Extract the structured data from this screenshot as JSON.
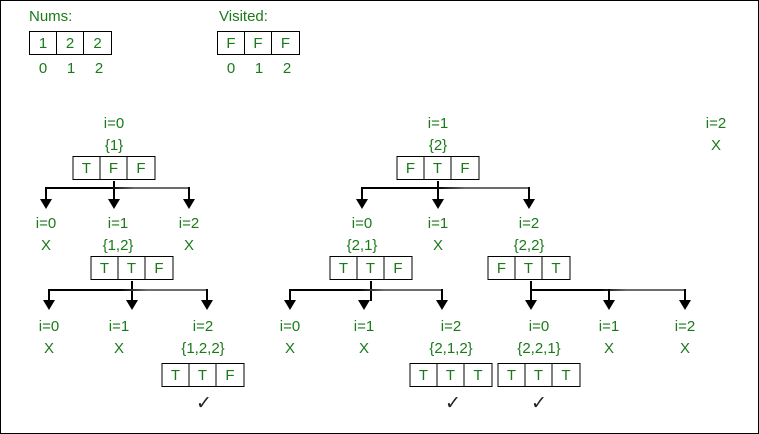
{
  "diagram": {
    "title_nums": "Nums:",
    "title_visited": "Visited:",
    "nums_array": {
      "values": [
        "1",
        "2",
        "2"
      ],
      "indices": [
        "0",
        "1",
        "2"
      ]
    },
    "visited_array": {
      "values": [
        "F",
        "F",
        "F"
      ],
      "indices": [
        "0",
        "1",
        "2"
      ]
    },
    "nodes": {
      "root0": {
        "i": "i=0",
        "set": "{1}",
        "flags": [
          "T",
          "F",
          "F"
        ]
      },
      "root1": {
        "i": "i=1",
        "set": "{2}",
        "flags": [
          "F",
          "T",
          "F"
        ]
      },
      "root2": {
        "i": "i=2",
        "set": "X"
      },
      "l_c0": {
        "i": "i=0",
        "set": "X"
      },
      "l_c1": {
        "i": "i=1",
        "set": "{1,2}",
        "flags": [
          "T",
          "T",
          "F"
        ]
      },
      "l_c2": {
        "i": "i=2",
        "set": "X"
      },
      "l_g0": {
        "i": "i=0",
        "set": "X"
      },
      "l_g1": {
        "i": "i=1",
        "set": "X"
      },
      "l_g2": {
        "i": "i=2",
        "set": "{1,2,2}",
        "flags": [
          "T",
          "T",
          "F"
        ],
        "check": "✓"
      },
      "m_c0": {
        "i": "i=0",
        "set": "{2,1}",
        "flags": [
          "T",
          "T",
          "F"
        ]
      },
      "m_c1": {
        "i": "i=1",
        "set": "X"
      },
      "m_c2": {
        "i": "i=2",
        "set": "{2,2}",
        "flags": [
          "F",
          "T",
          "T"
        ]
      },
      "m_g0": {
        "i": "i=0",
        "set": "X"
      },
      "m_g1": {
        "i": "i=1",
        "set": "X"
      },
      "m_g2": {
        "i": "i=2",
        "set": "{2,1,2}",
        "flags": [
          "T",
          "T",
          "T"
        ],
        "check": "✓"
      },
      "r_g0": {
        "i": "i=0",
        "set": "{2,2,1}",
        "flags": [
          "T",
          "T",
          "T"
        ],
        "check": "✓"
      },
      "r_g1": {
        "i": "i=1",
        "set": "X"
      },
      "r_g2": {
        "i": "i=2",
        "set": "X"
      }
    },
    "colors": {
      "text_green": "#1a7a1a",
      "line_black": "#000000",
      "line_gray": "#6d6d6d",
      "background": "#ffffff"
    }
  }
}
